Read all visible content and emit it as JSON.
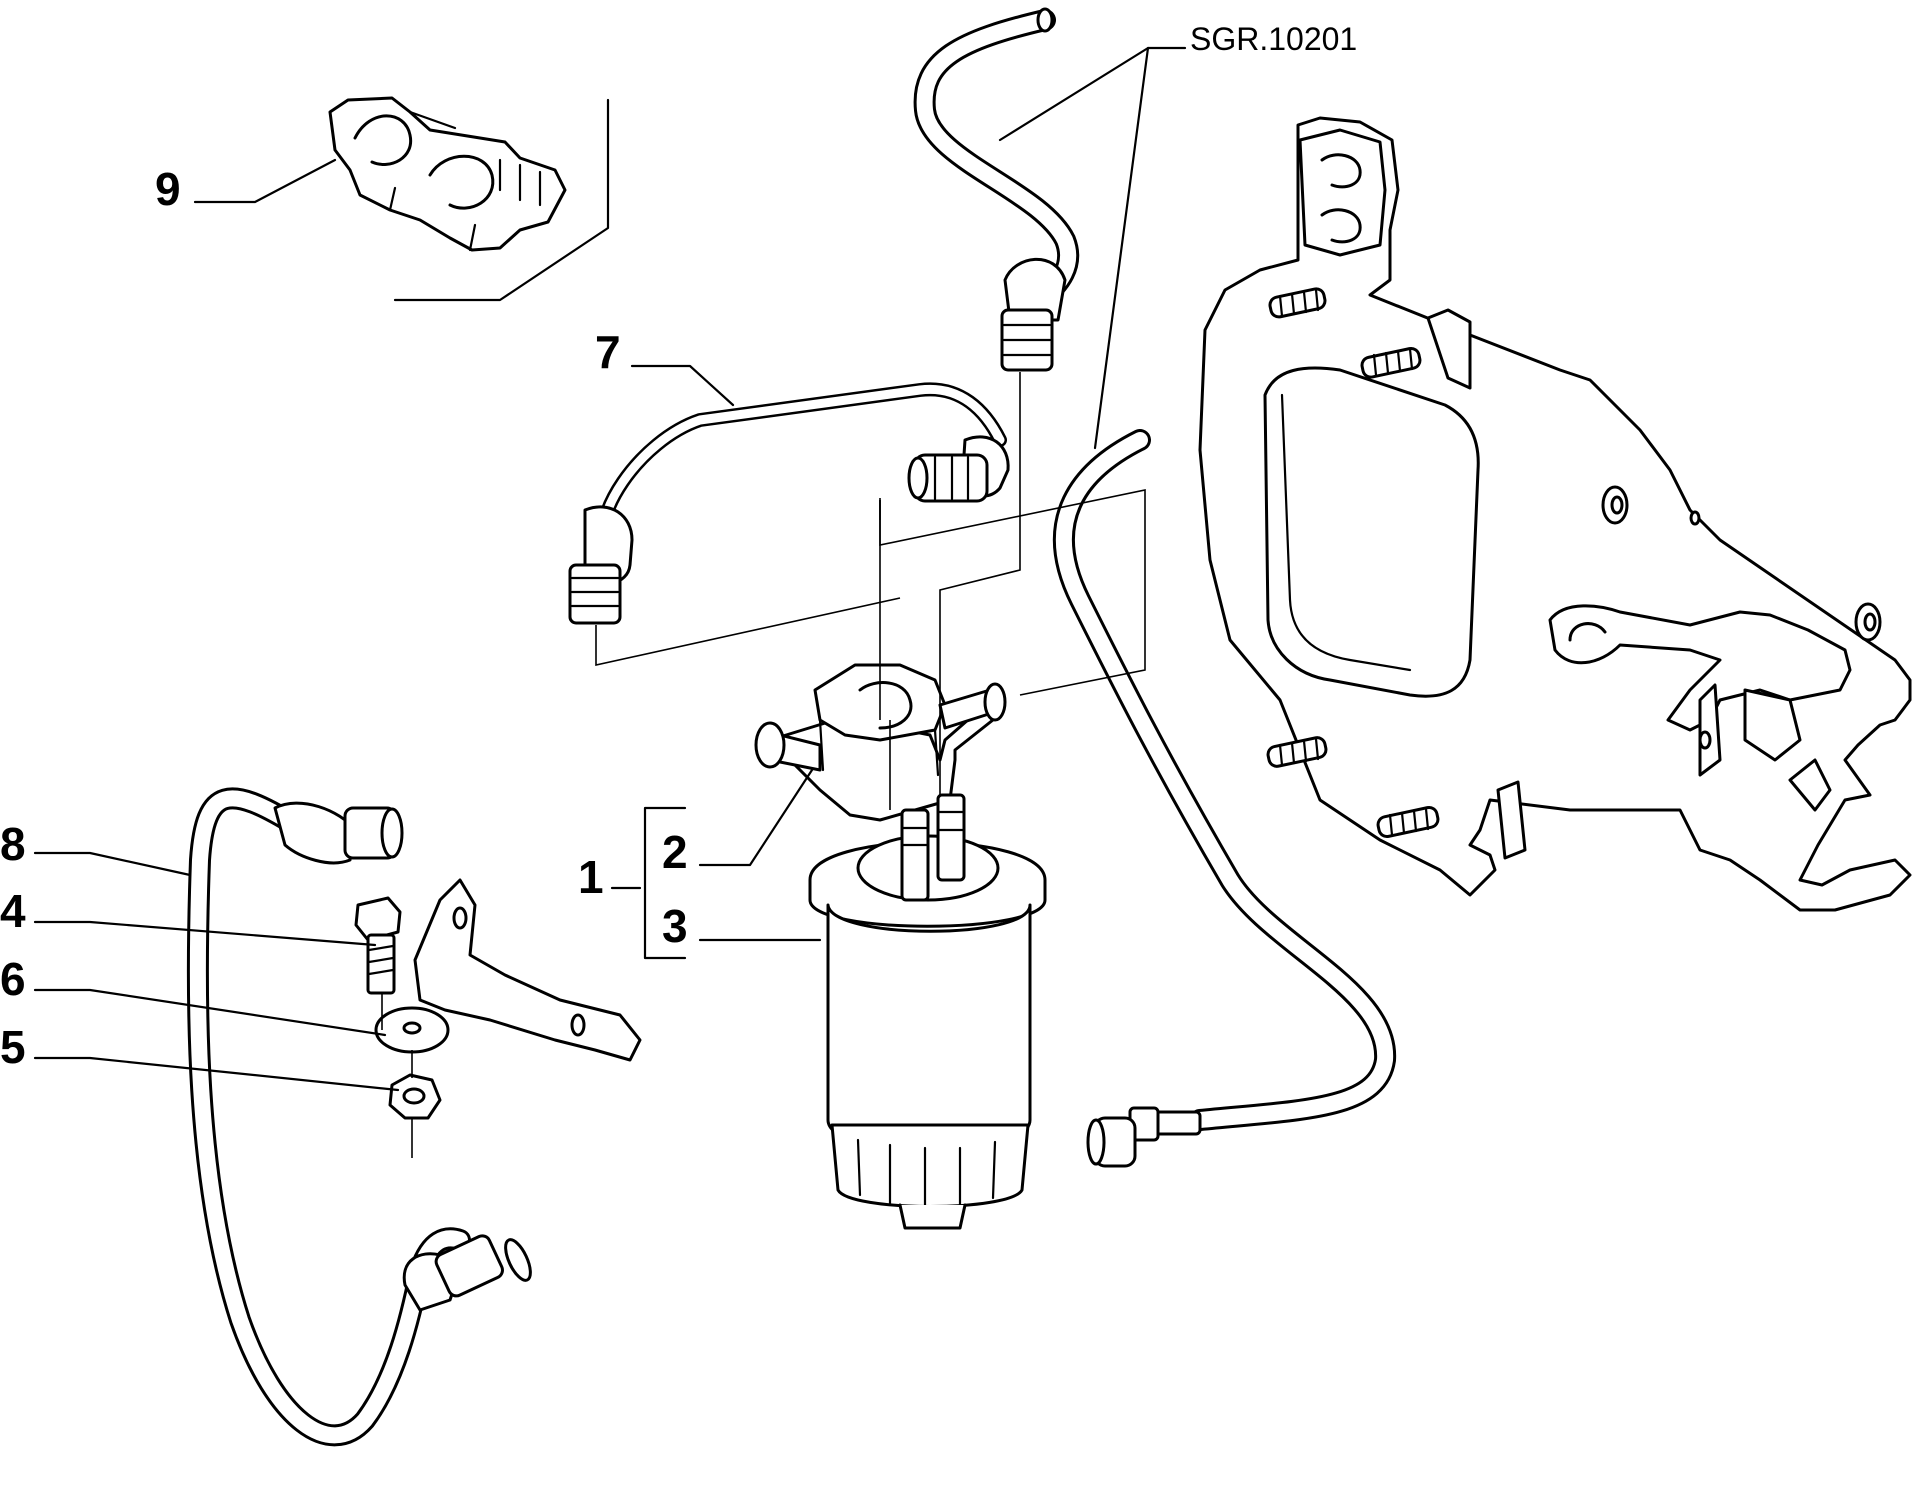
{
  "drawing_reference": "SGR.10201",
  "callouts": [
    {
      "id": "9",
      "text": "9"
    },
    {
      "id": "7",
      "text": "7"
    },
    {
      "id": "8",
      "text": "8"
    },
    {
      "id": "4",
      "text": "4"
    },
    {
      "id": "6",
      "text": "6"
    },
    {
      "id": "5",
      "text": "5"
    },
    {
      "id": "1",
      "text": "1"
    },
    {
      "id": "2",
      "text": "2"
    },
    {
      "id": "3",
      "text": "3"
    }
  ]
}
